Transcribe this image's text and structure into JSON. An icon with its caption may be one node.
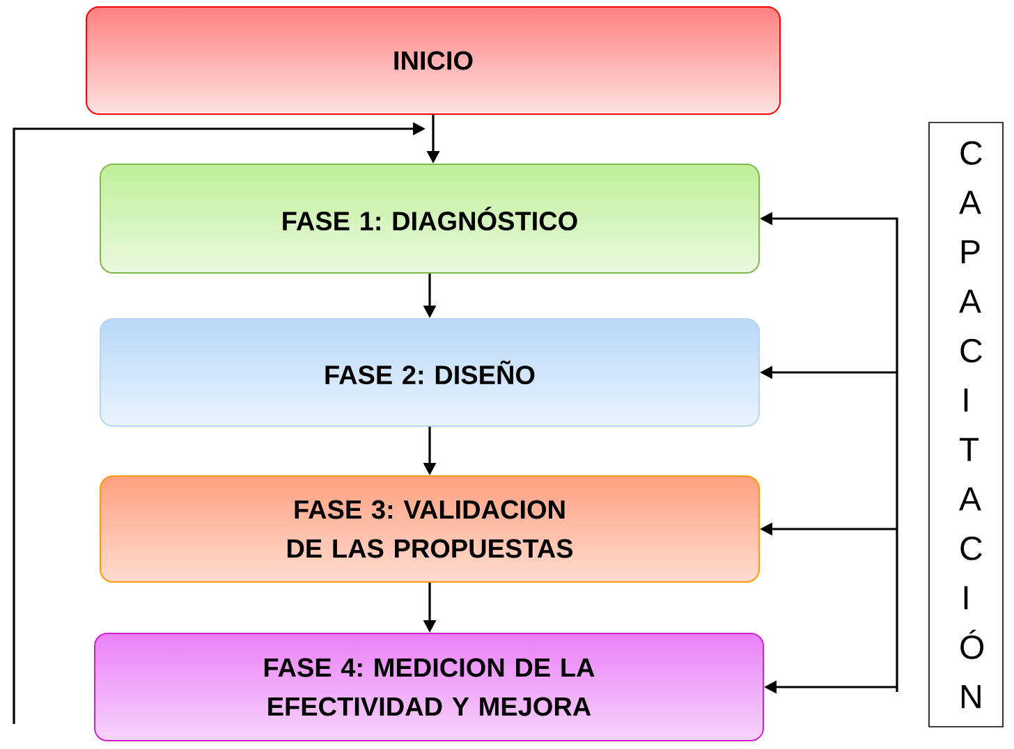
{
  "diagram": {
    "nodes": [
      {
        "text": [
          "INICIO"
        ]
      },
      {
        "text": [
          "FASE 1: DIAGNÓSTICO"
        ]
      },
      {
        "text": [
          "FASE 2: DISEÑO"
        ]
      },
      {
        "text": [
          "FASE 3: VALIDACION DE LAS PROPUESTAS"
        ]
      },
      {
        "text": [
          "FASE 4: MEDICION DE LA EFECTIVIDAD Y MEJORA"
        ]
      },
      {
        "text": [
          "CAPACITACIÓN"
        ]
      }
    ],
    "edges": [
      {
        "from": 0,
        "to": 1,
        "arrow": "to"
      },
      {
        "from": 1,
        "to": 2,
        "arrow": "to"
      },
      {
        "from": 2,
        "to": 3,
        "arrow": "to"
      },
      {
        "from": 3,
        "to": 4,
        "arrow": "to"
      },
      {
        "from": null,
        "to": 1,
        "arrow": "to"
      },
      {
        "from": null,
        "to": 1,
        "arrow": "to"
      },
      {
        "from": null,
        "to": 2,
        "arrow": "to"
      },
      {
        "from": null,
        "to": 3,
        "arrow": "to"
      },
      {
        "from": null,
        "to": 4,
        "arrow": "to"
      }
    ]
  }
}
